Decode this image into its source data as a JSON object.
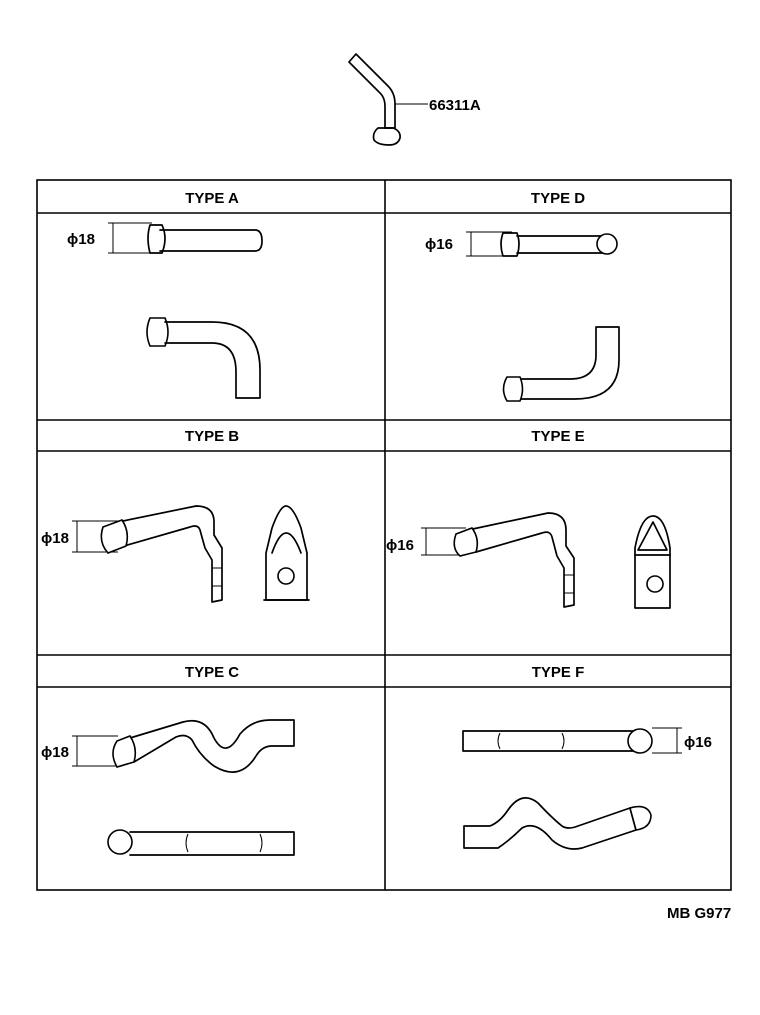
{
  "top_part": {
    "part_number": "66311A"
  },
  "types": [
    {
      "id": "a",
      "label": "TYPE A",
      "diameter": "ϕ18"
    },
    {
      "id": "d",
      "label": "TYPE D",
      "diameter": "ϕ16"
    },
    {
      "id": "b",
      "label": "TYPE B",
      "diameter": "ϕ18"
    },
    {
      "id": "e",
      "label": "TYPE E",
      "diameter": "ϕ16"
    },
    {
      "id": "c",
      "label": "TYPE C",
      "diameter": "ϕ18"
    },
    {
      "id": "f",
      "label": "TYPE F",
      "diameter": "ϕ16"
    }
  ],
  "drawing_code": "MB G977"
}
